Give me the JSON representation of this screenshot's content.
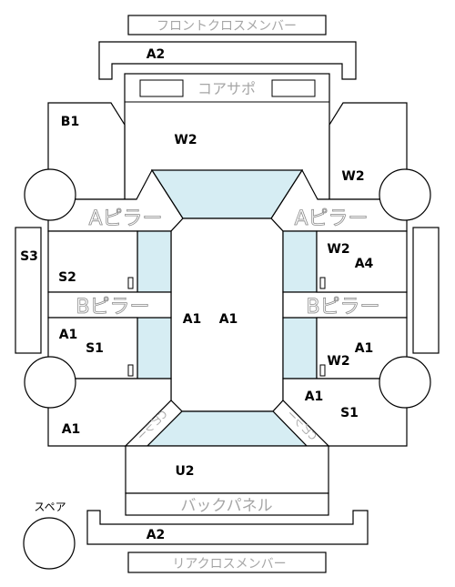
{
  "parts": {
    "front_cross_member": "フロントクロスメンバー",
    "front_a2": "A2",
    "core_support": "コアサポ",
    "b1": "B1",
    "hood_w2": "W2",
    "right_fender_w2": "W2",
    "a_pillar_left": "Aピラー",
    "a_pillar_right": "Aピラー",
    "s3": "S3",
    "s2": "S2",
    "b_pillar_left": "Bピラー",
    "b_pillar_right": "Bピラー",
    "roof_a1_left": "A1",
    "roof_a1_right": "A1",
    "right_front_door_w2": "W2",
    "right_front_door_a4": "A4",
    "left_rear_door_a1": "A1",
    "left_rear_door_s1": "S1",
    "right_rear_door_a1": "A1",
    "right_rear_door_w2": "W2",
    "left_rear_fender_a1": "A1",
    "right_rear_fender_a1": "A1",
    "right_rear_fender_s1": "S1",
    "c_pillar_left": "Cピラー",
    "c_pillar_right": "Cピラー",
    "trunk_u2": "U2",
    "back_panel": "バックパネル",
    "spare": "スペア",
    "rear_a2": "A2",
    "rear_cross_member": "リアクロスメンバー"
  },
  "colors": {
    "glass": "#d6edf3",
    "outline": "#000000",
    "grey_text": "#a6a6a6"
  }
}
